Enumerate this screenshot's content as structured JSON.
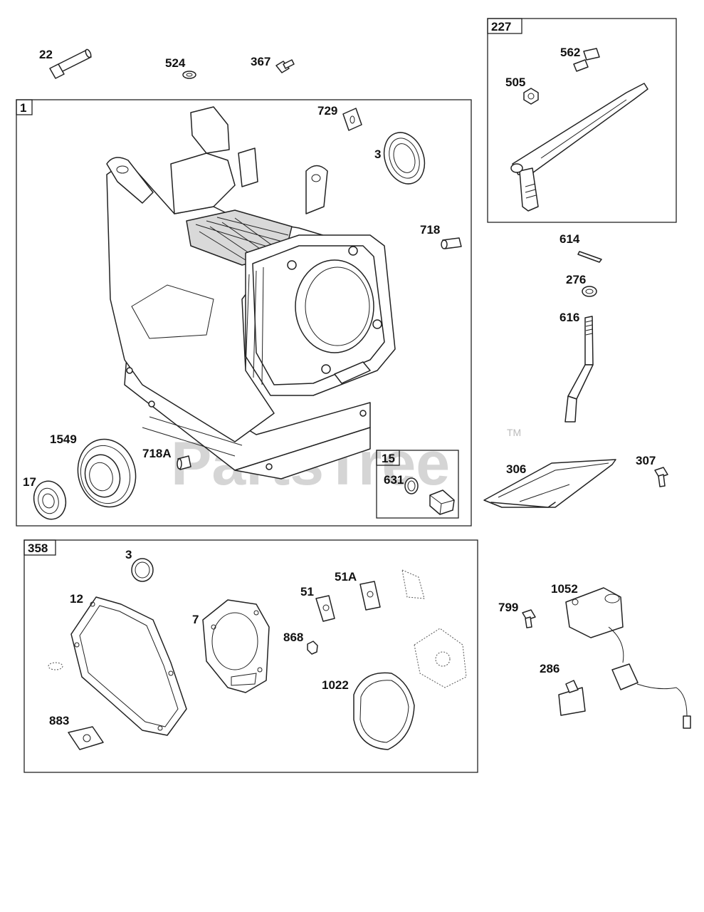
{
  "watermark": {
    "text": "PartsTree",
    "trademark": "TM"
  },
  "groups": {
    "g1": "1",
    "g15": "15",
    "g227": "227",
    "g358": "358"
  },
  "labels": {
    "p22": "22",
    "p524": "524",
    "p367": "367",
    "p729": "729",
    "p3a": "3",
    "p718": "718",
    "p1549": "1549",
    "p718a": "718A",
    "p17": "17",
    "p631": "631",
    "p562": "562",
    "p505": "505",
    "p614": "614",
    "p276": "276",
    "p616": "616",
    "p306": "306",
    "p307": "307",
    "p3b": "3",
    "p12": "12",
    "p7": "7",
    "p51": "51",
    "p51a": "51A",
    "p868": "868",
    "p1022": "1022",
    "p883": "883",
    "p799": "799",
    "p1052": "1052",
    "p286": "286"
  }
}
